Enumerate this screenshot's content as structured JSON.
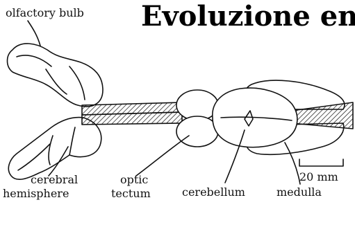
{
  "title": "Evoluzione en",
  "labels": {
    "olfactory_bulb": "olfactory bulb",
    "cerebral": "cerebral",
    "hemisphere": "hemisphere",
    "optic": "optic",
    "tectum": "tectum",
    "cerebellum": "cerebellum",
    "medulla": "medulla",
    "scale_bar": "20 mm"
  },
  "colors": {
    "ink": "#111111",
    "paper": "#ffffff"
  }
}
